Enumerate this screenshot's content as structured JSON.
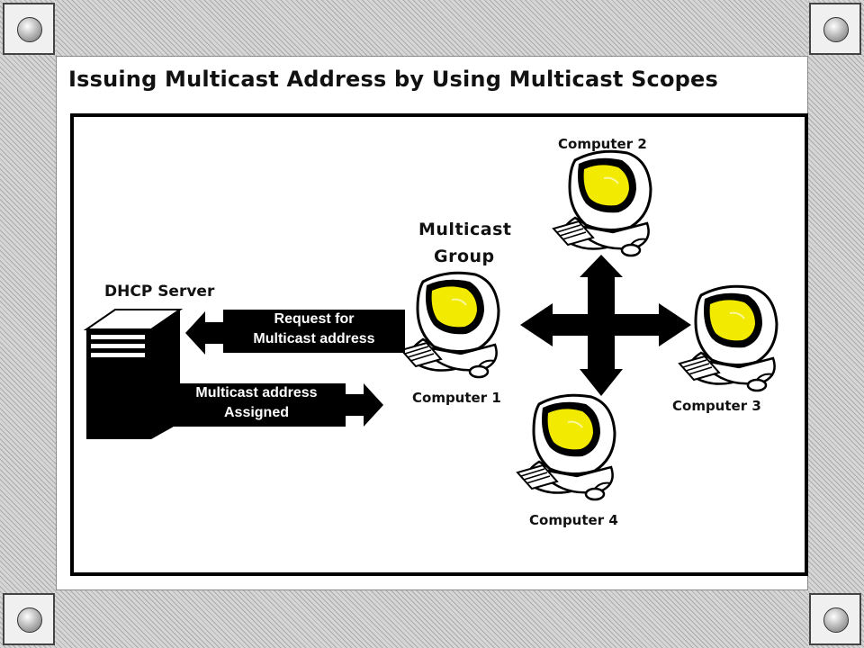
{
  "title": "Issuing Multicast Address by Using Multicast Scopes",
  "diagram": {
    "server_label": "DHCP Server",
    "request_message": [
      "Request for",
      "Multicast address"
    ],
    "assigned_message": [
      "Multicast address",
      "Assigned"
    ],
    "group_label": [
      "Multicast",
      "Group"
    ],
    "computers": [
      "Computer 1",
      "Computer 2",
      "Computer 3",
      "Computer 4"
    ]
  },
  "colors": {
    "screen": "#f2ea00",
    "ink": "#000000",
    "frame_band": "#d6d6d6"
  }
}
